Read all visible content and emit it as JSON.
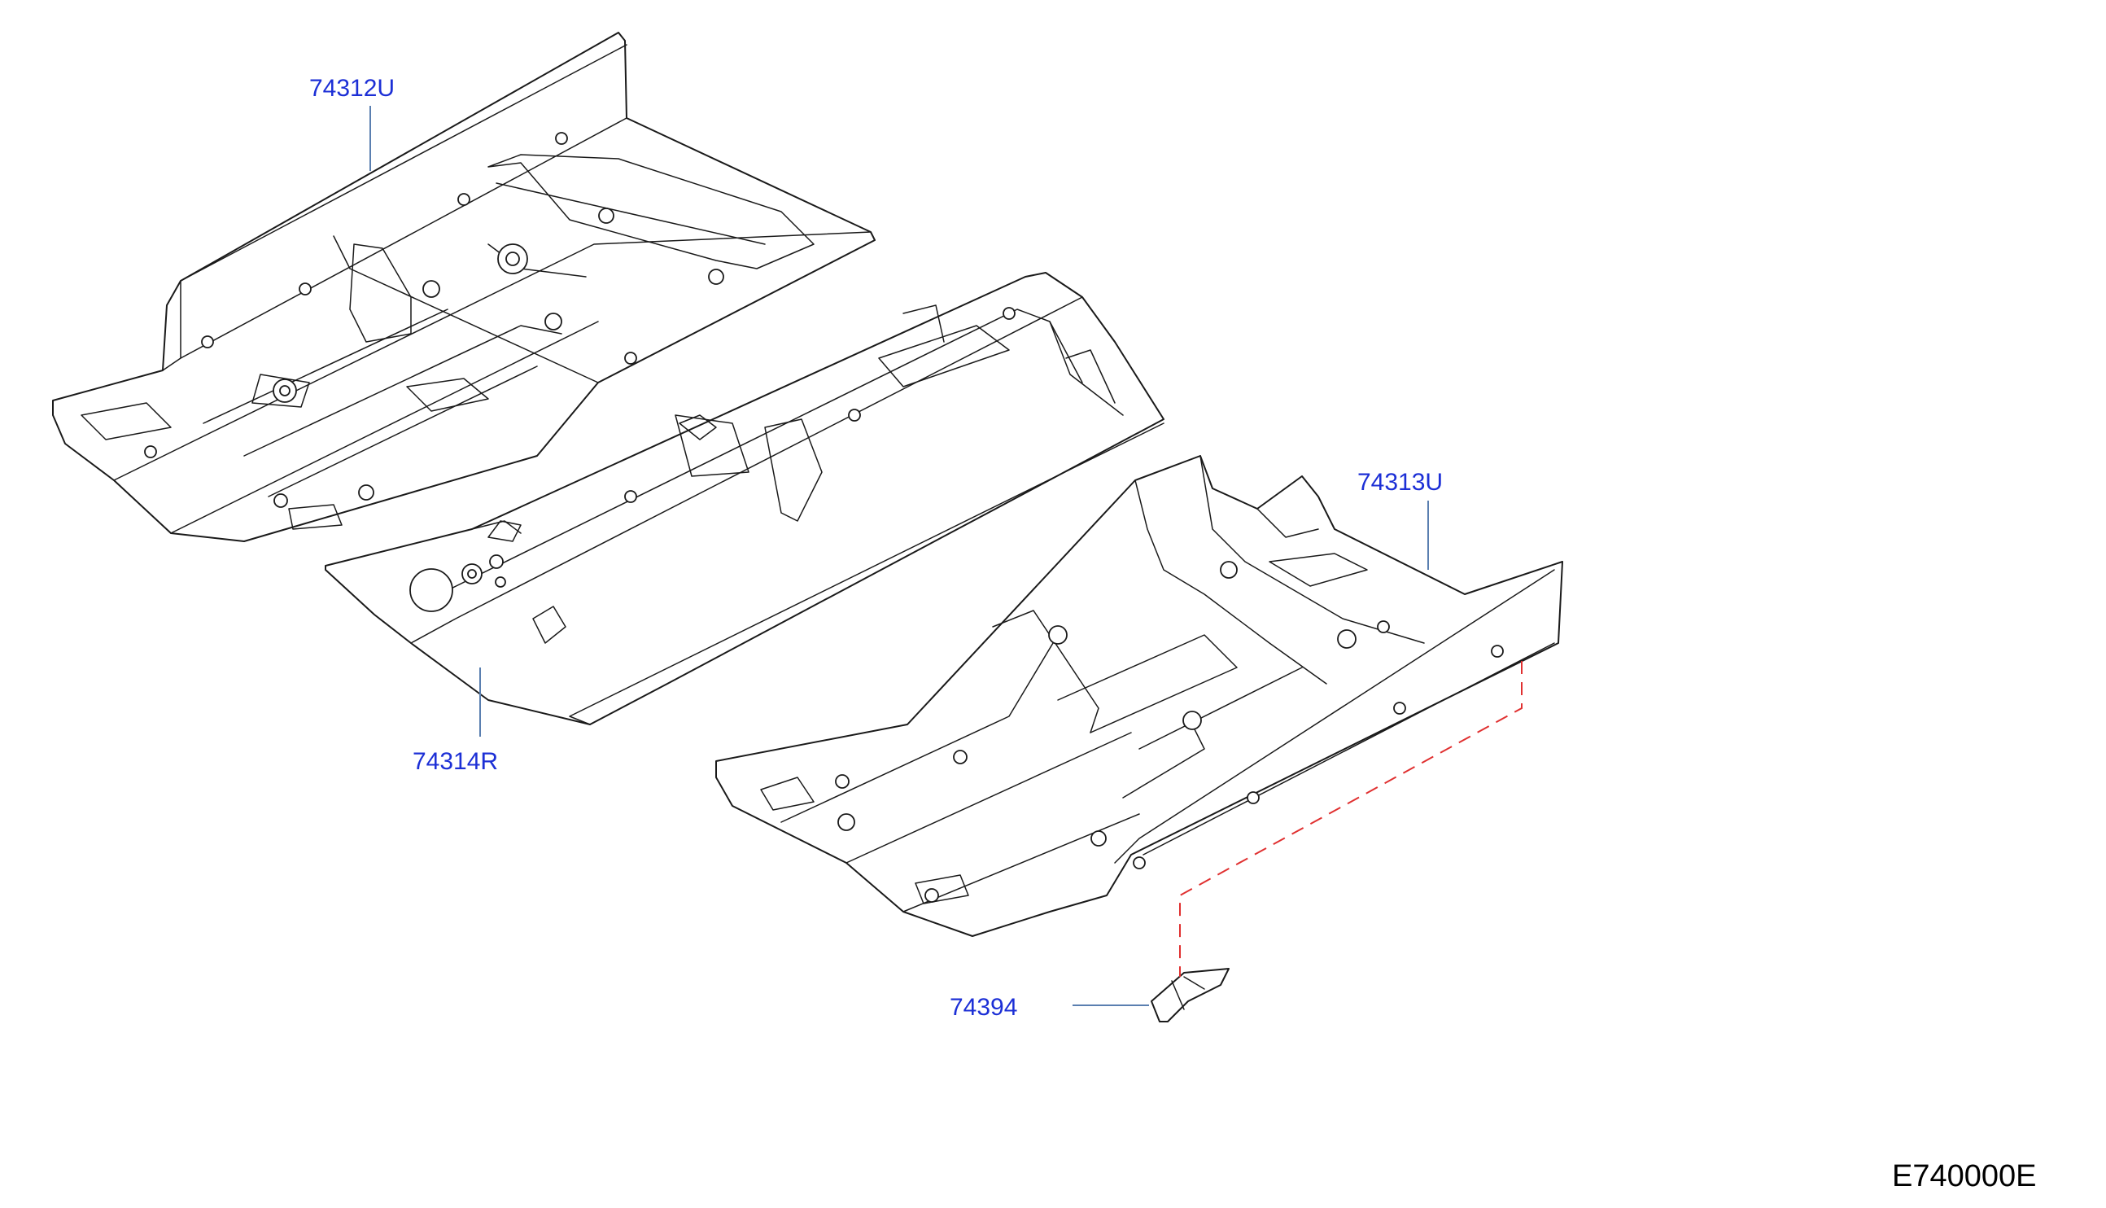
{
  "callouts": {
    "front_floor_right": "74312U",
    "center_floor": "74314R",
    "front_floor_left": "74313U",
    "bracket": "74394"
  },
  "diagram_code": "E740000E",
  "colors": {
    "callout_text": "#1c2fd6",
    "leader_line": "#5a7fb0",
    "dashed_guide": "#e03030",
    "outline": "#1a1a1a"
  }
}
